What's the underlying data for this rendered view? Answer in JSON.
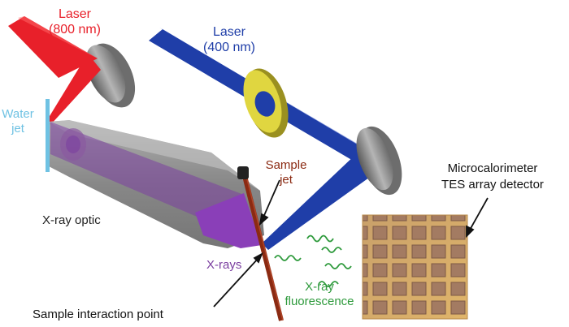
{
  "labels": {
    "laser_800_line1": "Laser",
    "laser_800_line2": "(800 nm)",
    "laser_400_line1": "Laser",
    "laser_400_line2": "(400 nm)",
    "water_jet_line1": "Water",
    "water_jet_line2": "jet",
    "xray_optic": "X-ray optic",
    "sample_jet_line1": "Sample",
    "sample_jet_line2": "jet",
    "xrays": "X-rays",
    "fluorescence_line1": "X-ray",
    "fluorescence_line2": "fluorescence",
    "detector_line1": "Microcalorimeter",
    "detector_line2": "TES array detector",
    "interaction_point": "Sample interaction point"
  },
  "colors": {
    "laser_800": "#e8202a",
    "laser_400": "#1f3ea8",
    "water_jet": "#6fc2e3",
    "optic": "#8a8a8a",
    "xray": "#7b3fa0",
    "sample_jet": "#8b2a12",
    "fluorescence": "#2e9a3c",
    "detector_bg": "#d8a65a"
  }
}
